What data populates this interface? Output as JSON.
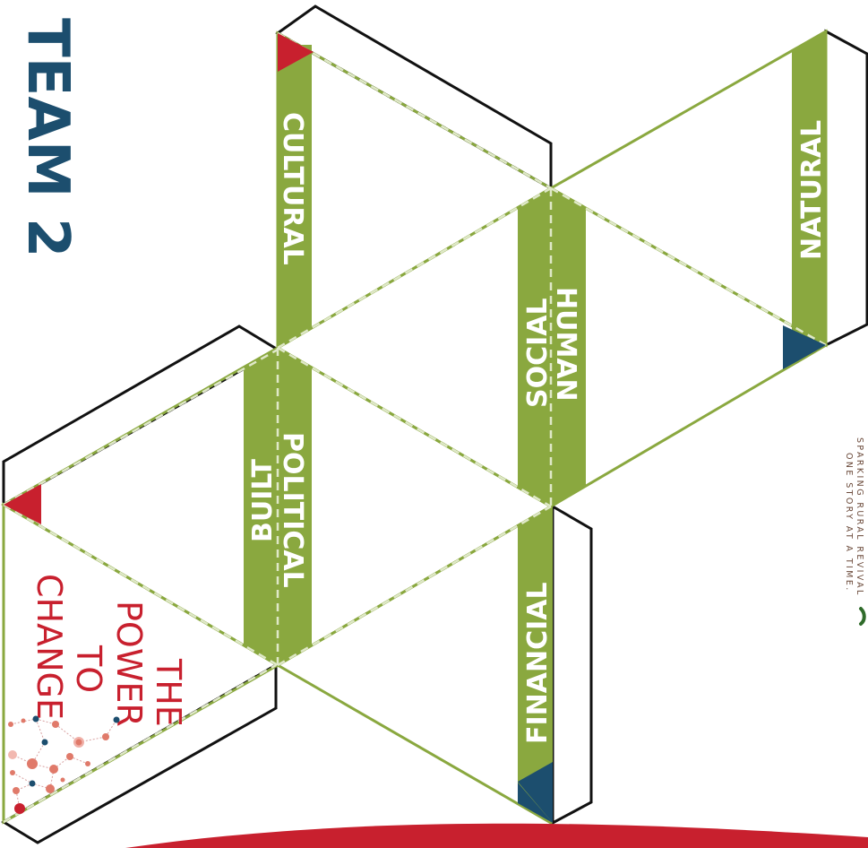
{
  "title": "TEAM 2",
  "labels": {
    "cultural": "CULTURAL",
    "natural": "NATURAL",
    "social": "SOCIAL",
    "human": "HUMAN",
    "built": "BUILT",
    "political": "POLITICAL",
    "financial": "FINANCIAL"
  },
  "slogan": [
    "THE",
    "POWER",
    "TO",
    "CHANGE"
  ],
  "tagline": [
    "SPARKING RURAL REVIVAL",
    "ONE STORY AT A TIME."
  ],
  "colors": {
    "green": "#8aa83f",
    "navy": "#1c4e6e",
    "red": "#c8202e",
    "outline": "#111111",
    "tagline": "#6b4a3a"
  }
}
